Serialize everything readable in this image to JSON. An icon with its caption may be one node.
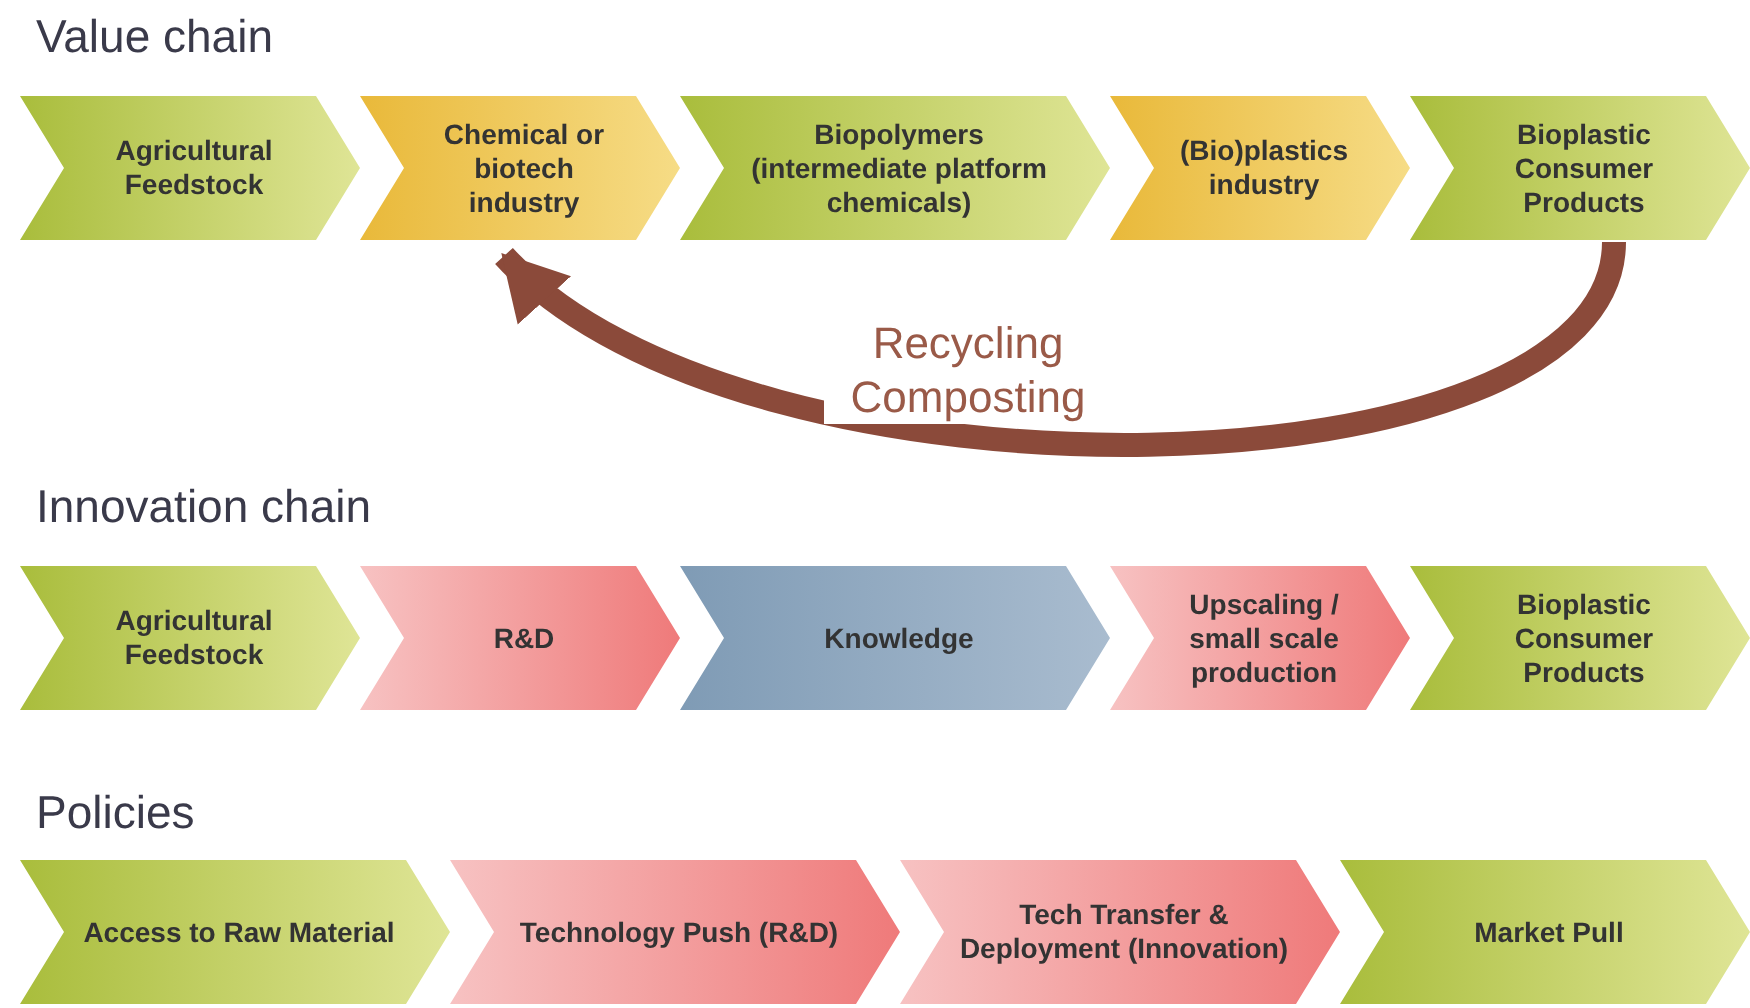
{
  "diagram": {
    "nodes": [
      {
        "text": [
          "Agricultural Feedstock"
        ]
      },
      {
        "text": [
          "Chemical or biotech industry"
        ]
      },
      {
        "text": [
          "Biopolymers (intermediate platform chemicals)"
        ]
      },
      {
        "text": [
          "(Bio)plastics industry"
        ]
      },
      {
        "text": [
          "Bioplastic Consumer Products"
        ]
      },
      {
        "text": [
          "Agricultural Feedstock"
        ]
      },
      {
        "text": [
          "R&D"
        ]
      },
      {
        "text": [
          "Knowledge"
        ]
      },
      {
        "text": [
          "Upscaling / small scale production"
        ]
      },
      {
        "text": [
          "Bioplastic Consumer Products"
        ]
      },
      {
        "text": [
          "Access to Raw Material"
        ]
      },
      {
        "text": [
          "Technology Push (R&D)"
        ]
      },
      {
        "text": [
          "Tech Transfer & Deployment (Innovation)"
        ]
      },
      {
        "text": [
          "Market Pull"
        ]
      }
    ],
    "edges": [
      {
        "from": 4,
        "to": 1,
        "arrow": "to",
        "label": "Recycling Composting"
      }
    ],
    "labels": [
      "Value chain",
      "Innovation chain",
      "Policies"
    ]
  }
}
